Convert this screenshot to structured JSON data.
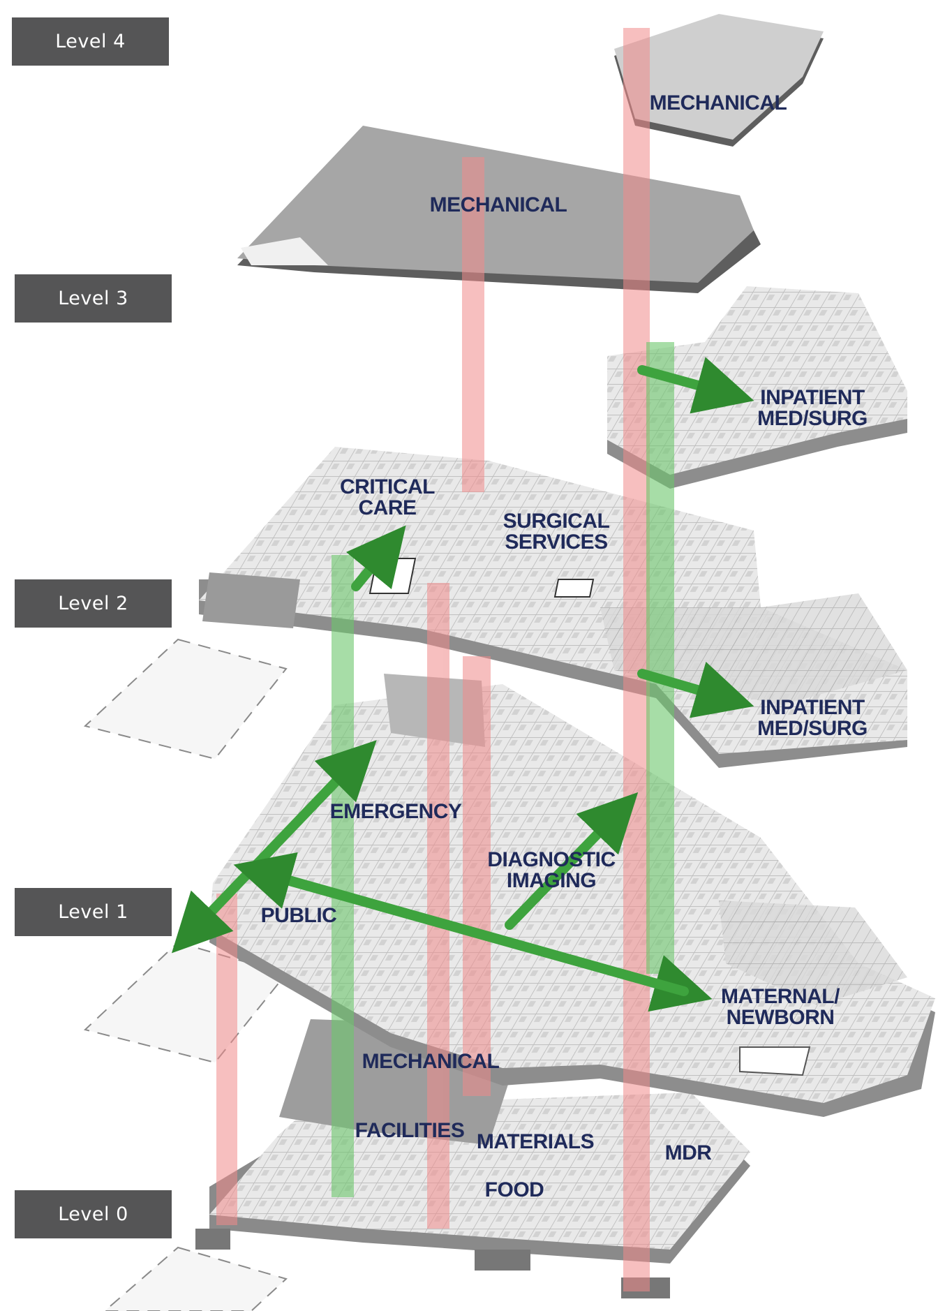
{
  "levels": [
    {
      "label": "Level 4"
    },
    {
      "label": "Level 3"
    },
    {
      "label": "Level 2"
    },
    {
      "label": "Level 1"
    },
    {
      "label": "Level 0"
    }
  ],
  "departments": {
    "mechanical_roof": "MECHANICAL",
    "mechanical_l4": "MECHANICAL",
    "inpatient_upper": "INPATIENT\nMED/SURG",
    "critical_care": "CRITICAL\nCARE",
    "surgical_services": "SURGICAL\nSERVICES",
    "inpatient_lower": "INPATIENT\nMED/SURG",
    "emergency": "EMERGENCY",
    "diagnostic_imaging": "DIAGNOSTIC\nIMAGING",
    "public": "PUBLIC",
    "maternal_newborn": "MATERNAL/\nNEWBORN",
    "mechanical_l0": "MECHANICAL",
    "facilities": "FACILITIES",
    "materials": "MATERIALS",
    "mdr": "MDR",
    "food": "FOOD"
  },
  "colors": {
    "badge": "#555556",
    "label_text": "#1f2a5a",
    "red_core": "#f08a8a",
    "green_core": "#6cc76c",
    "arrow": "#3ea33e",
    "floor_light": "#e6e6e6",
    "floor_dark": "#9a9a9a",
    "mechanical": "#a8a8a8"
  }
}
